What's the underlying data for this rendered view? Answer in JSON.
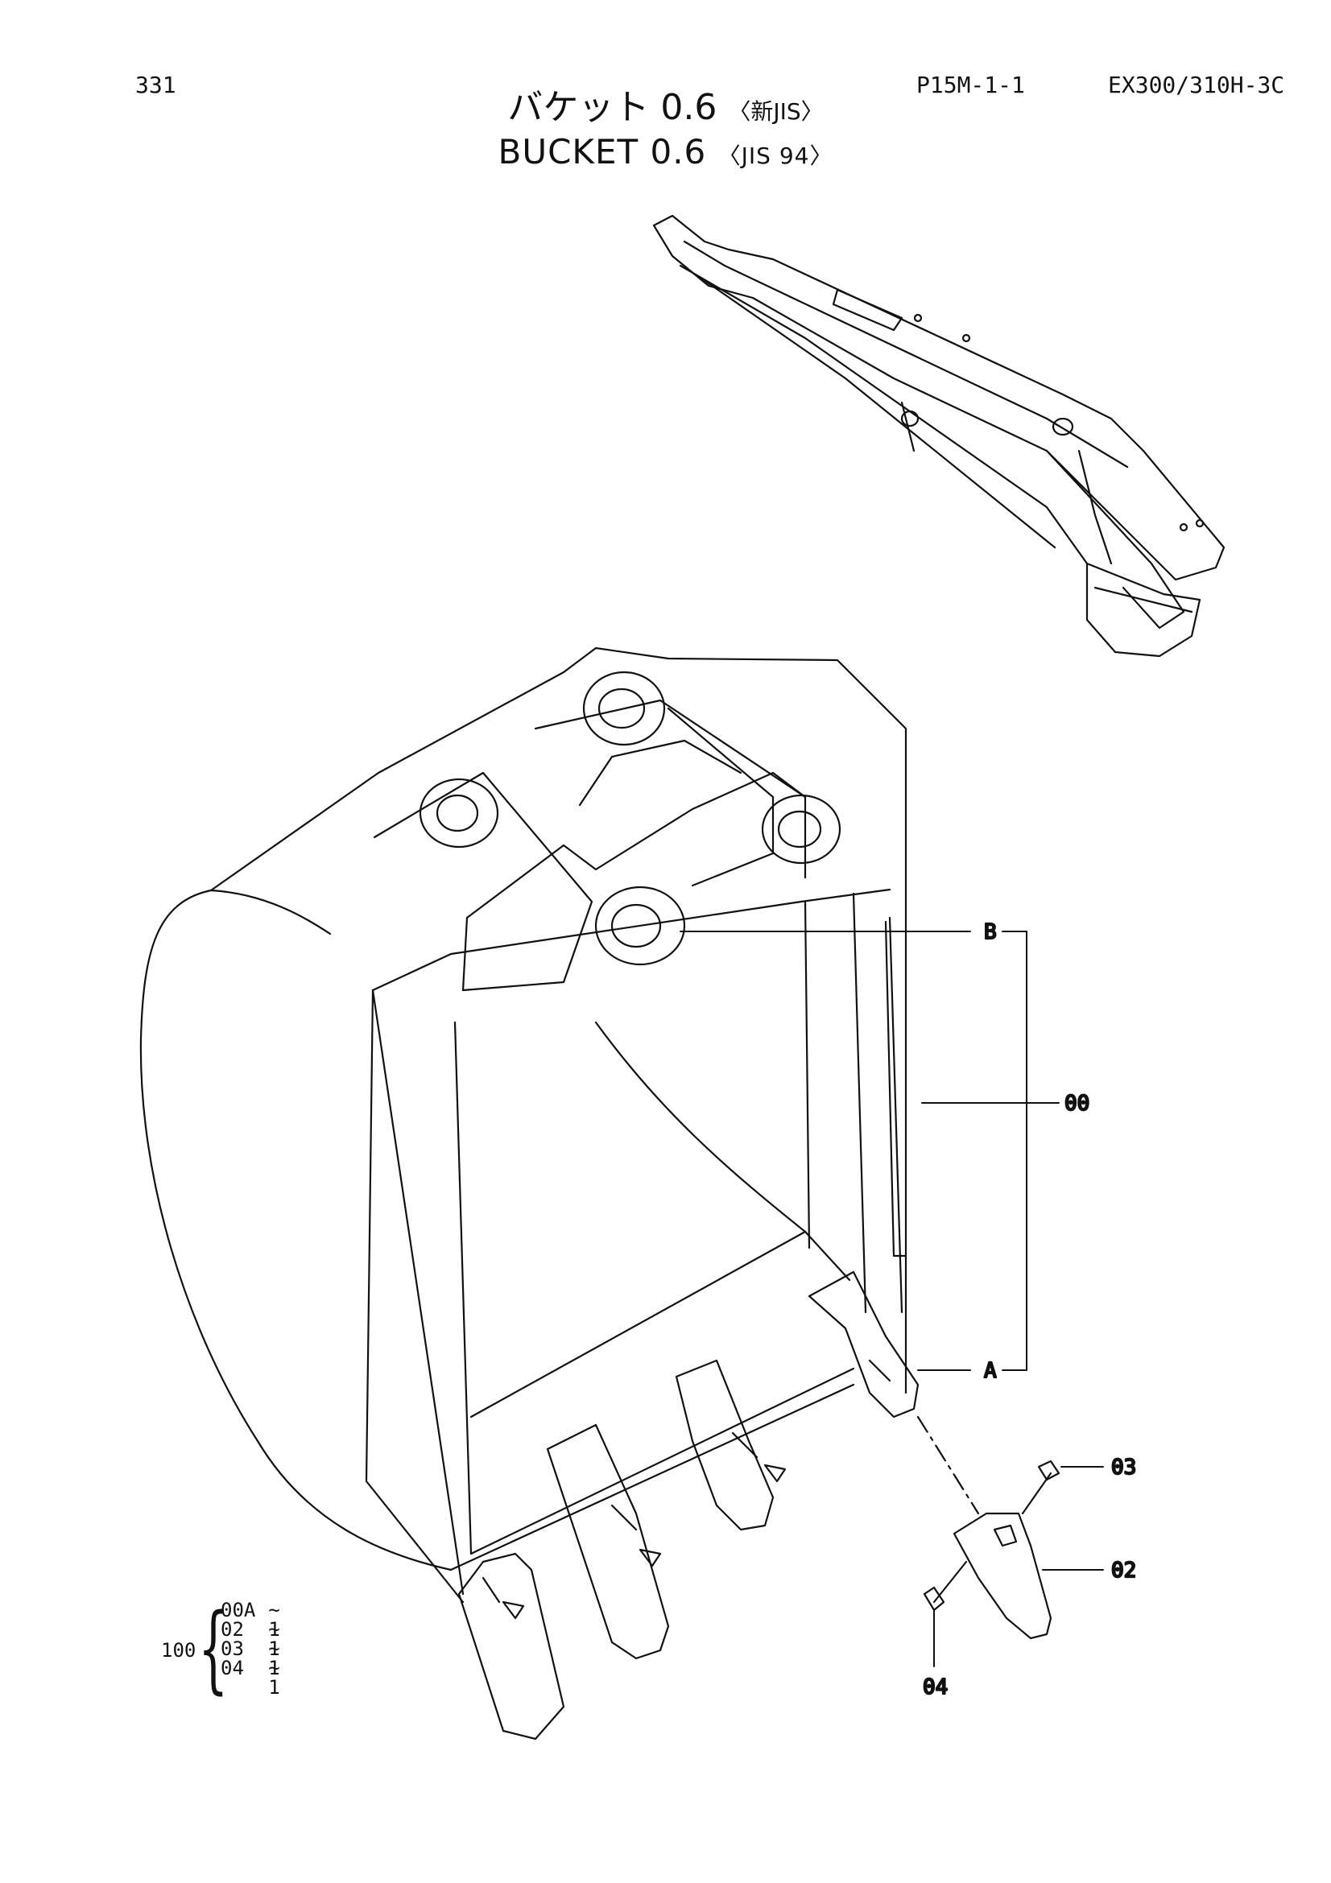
{
  "header": {
    "page_number": "331",
    "page_code": "P15M-1-1",
    "model": "EX300/310H-3C",
    "title_jp": "バケット 0.6",
    "title_jp_suffix": "〈新JIS〉",
    "title_en": "BUCKET 0.6",
    "title_en_suffix": "〈JIS 94〉"
  },
  "callouts": {
    "b": "B",
    "a": "A",
    "assembly": "00",
    "pin": "03",
    "tooth": "02",
    "lock": "04"
  },
  "kit": {
    "parent": "100",
    "items": [
      {
        "code": "00A",
        "qty": "~ 1"
      },
      {
        "code": "02",
        "qty": "~ 1"
      },
      {
        "code": "03",
        "qty": "~ 1"
      },
      {
        "code": "04",
        "qty": "~ 1"
      }
    ]
  }
}
